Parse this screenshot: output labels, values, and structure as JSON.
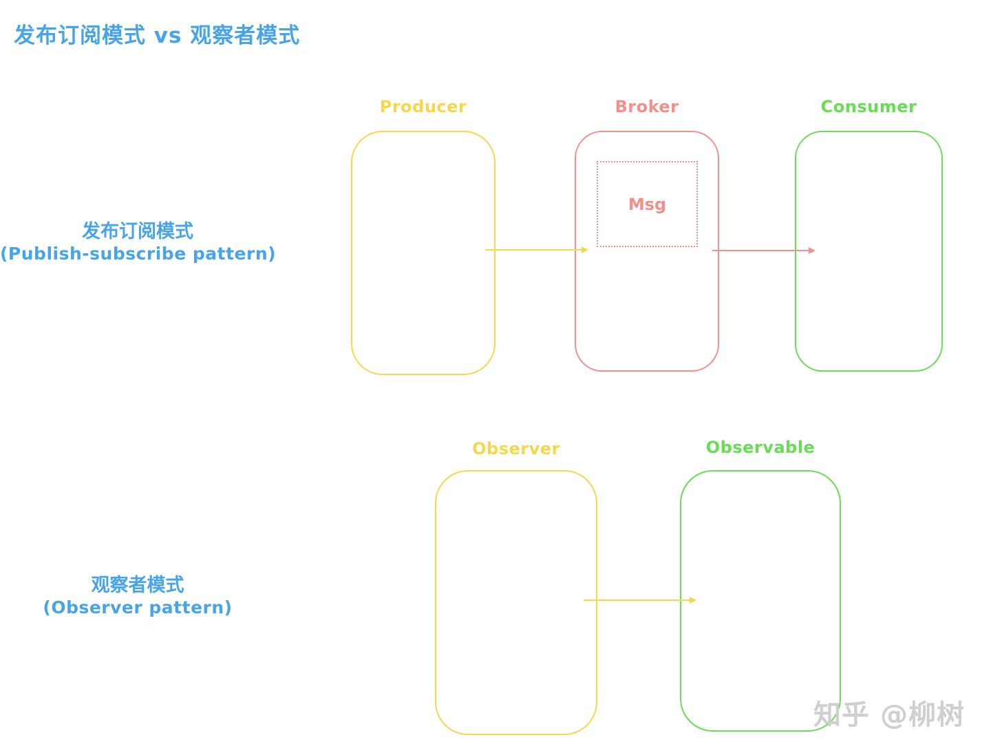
{
  "page": {
    "title": "发布订阅模式 vs 观察者模式",
    "watermark": "知乎 @柳树"
  },
  "colors": {
    "blue": "#47a4e8",
    "yellow": "#f6d74b",
    "red": "#ef908a",
    "green": "#68dc52",
    "gray": "#cfcfcf"
  },
  "pubsub": {
    "label_zh": "发布订阅模式",
    "label_en": "(Publish-subscribe pattern)",
    "producer_label": "Producer",
    "broker_label": "Broker",
    "consumer_label": "Consumer",
    "msg_label": "Msg"
  },
  "observer": {
    "label_zh": "观察者模式",
    "label_en": "(Observer pattern)",
    "observer_label": "Observer",
    "observable_label": "Observable"
  }
}
